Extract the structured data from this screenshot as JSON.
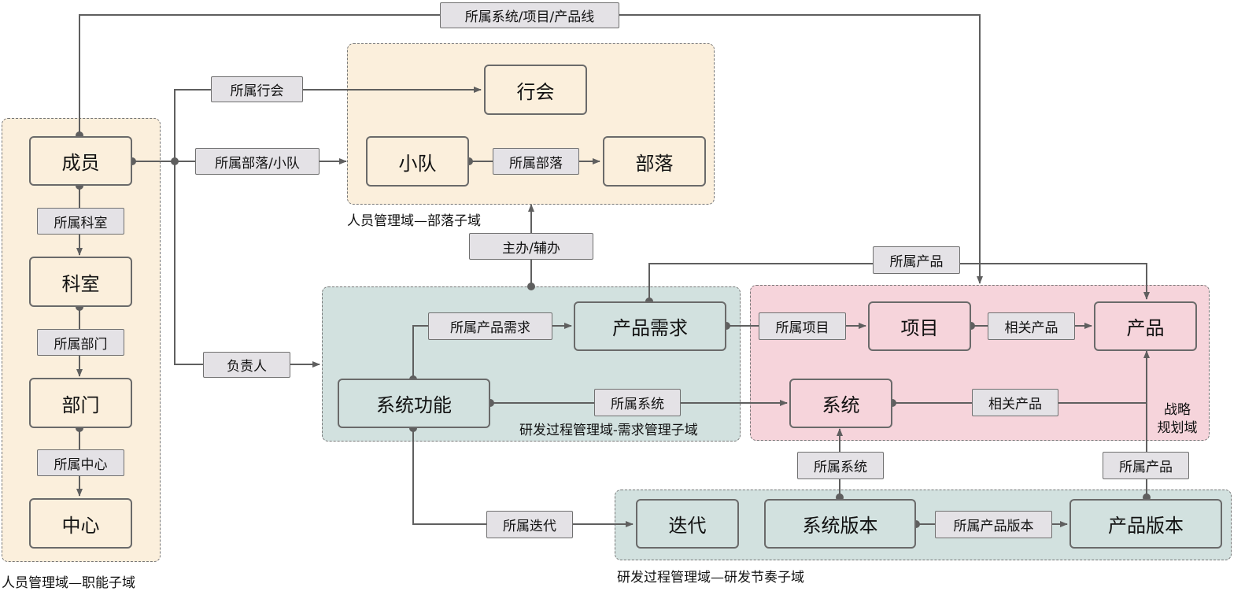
{
  "regions": {
    "functional": "人员管理域—职能子域",
    "tribe": "人员管理域—部落子域",
    "requirement": "研发过程管理域-需求管理子域",
    "strategy": "战略\n规划域",
    "rhythm": "研发过程管理域—研发节奏子域"
  },
  "nodes": {
    "member": "成员",
    "office": "科室",
    "department": "部门",
    "center": "中心",
    "guild": "行会",
    "squad": "小队",
    "tribe": "部落",
    "product_requirement": "产品需求",
    "system_function": "系统功能",
    "project": "项目",
    "product": "产品",
    "system": "系统",
    "iteration": "迭代",
    "system_version": "系统版本",
    "product_version": "产品版本"
  },
  "edge_labels": {
    "system_project_productline": "所属系统/项目/产品线",
    "belongs_guild": "所属行会",
    "belongs_tribe_squad": "所属部落/小队",
    "belongs_tribe": "所属部落",
    "belongs_office": "所属科室",
    "belongs_department": "所属部门",
    "belongs_center": "所属中心",
    "lead_assist": "主办/辅办",
    "belongs_product_top": "所属产品",
    "belongs_product_requirement": "所属产品需求",
    "responsible_person": "负责人",
    "belongs_project": "所属项目",
    "related_product_1": "相关产品",
    "belongs_system_1": "所属系统",
    "related_product_2": "相关产品",
    "belongs_system_2": "所属系统",
    "belongs_product_2": "所属产品",
    "belongs_iteration": "所属迭代",
    "belongs_product_version": "所属产品版本"
  },
  "colors": {
    "tan": "#fbefdc",
    "green": "#d2e1df",
    "pink": "#f6d4db",
    "label": "#e4e2e6",
    "line": "#5f5f5f"
  }
}
